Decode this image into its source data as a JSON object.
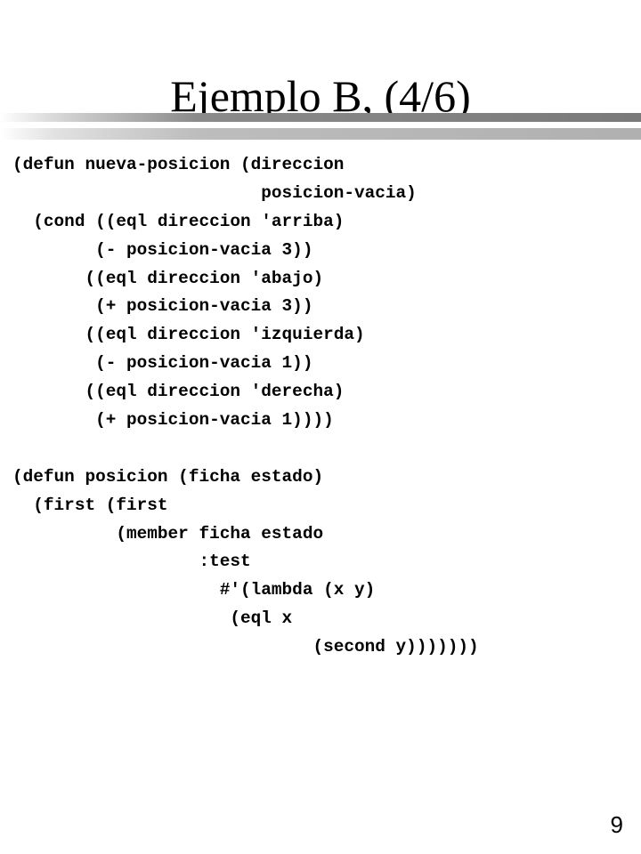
{
  "slide": {
    "title": "Ejemplo B, (4/6)",
    "page_number": "9"
  },
  "code": {
    "lines": [
      "(defun nueva-posicion (direccion",
      "                        posicion-vacia)",
      "  (cond ((eql direccion 'arriba)",
      "        (- posicion-vacia 3))",
      "       ((eql direccion 'abajo)",
      "        (+ posicion-vacia 3))",
      "       ((eql direccion 'izquierda)",
      "        (- posicion-vacia 1))",
      "       ((eql direccion 'derecha)",
      "        (+ posicion-vacia 1))))",
      "",
      "(defun posicion (ficha estado)",
      "  (first (first",
      "          (member ficha estado",
      "                  :test",
      "                    #'(lambda (x y)",
      "                     (eql x",
      "                             (second y)))))))"
    ]
  }
}
